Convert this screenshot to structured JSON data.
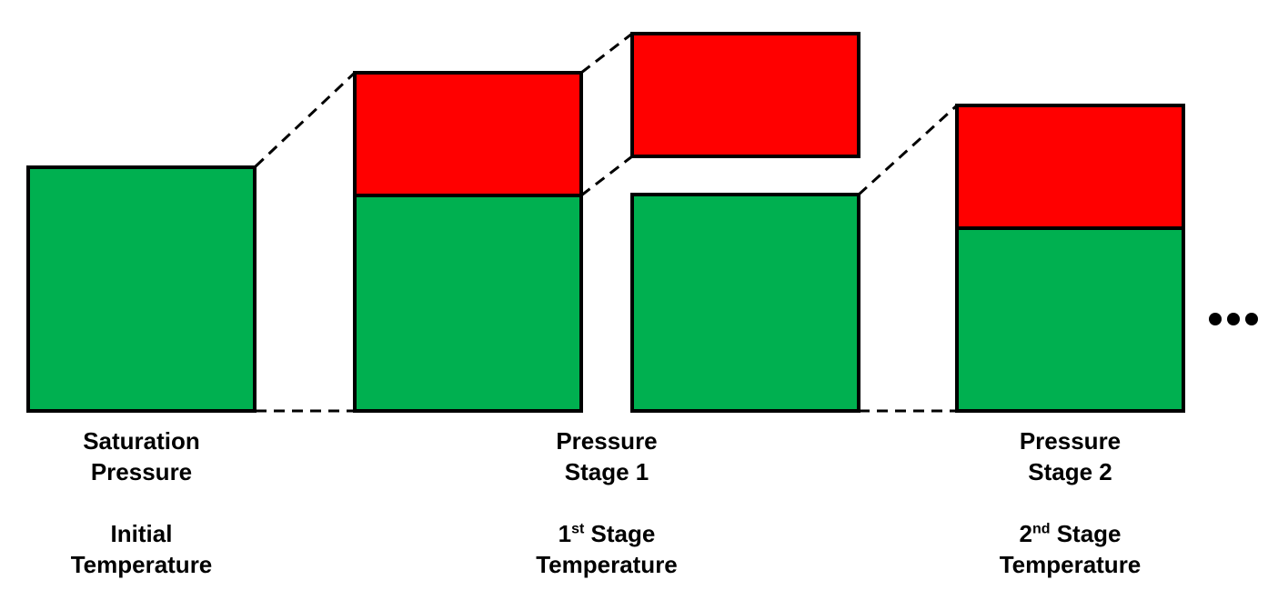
{
  "colors": {
    "liquid": "#00b050",
    "vapor": "#ff0000",
    "outline": "#000000"
  },
  "captions": {
    "initial": {
      "pressure_line1": "Saturation",
      "pressure_line2": "Pressure",
      "temp_line1": "Initial",
      "temp_line2": "Temperature"
    },
    "stage1": {
      "pressure_line1": "Pressure",
      "pressure_line2": "Stage 1",
      "temp_number": "1",
      "temp_suffix": "st",
      "temp_word": " Stage",
      "temp_line2": "Temperature"
    },
    "stage2": {
      "pressure_line1": "Pressure",
      "pressure_line2": "Stage 2",
      "temp_number": "2",
      "temp_suffix": "nd",
      "temp_word": " Stage",
      "temp_line2": "Temperature"
    }
  },
  "continuation_icon": "ellipsis-dots"
}
